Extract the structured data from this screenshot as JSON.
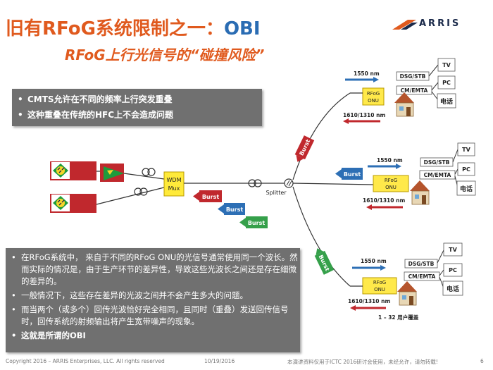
{
  "title": {
    "main": "旧有RFoG系统限制之一：",
    "highlight": "OBI"
  },
  "subtitle": "RFoG上行光信号的“碰撞风险”",
  "logo": {
    "text": "ARRIS"
  },
  "top_box": {
    "items": [
      "CMTS允许在不同的频率上行突发重叠",
      "这种重叠在传统的HFC上不会造成问题"
    ]
  },
  "bottom_box": {
    "items": [
      "在RFoG系统中， 来自于不同的RFoG ONU的光信号通常使用同一个波长。然而实际的情况是，由于生产环节的差异性，导致这些光波长之间还是存在细微的差异的。",
      "一般情况下，这些存在差异的光波之间并不会产生多大的问题。",
      "而当两个（或多个）回传光波恰好完全相同，且同时（重叠）发送回传信号时，回传系统的射频输出将产生宽带噪声的现象。",
      "这就是所谓的OBI"
    ]
  },
  "diagram": {
    "wdm": "WDM Mux",
    "wdm_line1": "WDM",
    "wdm_line2": "Mux",
    "splitter": "Splitter",
    "burst": "Burst",
    "users": "1 – 32 用户覆盖",
    "onu": {
      "line1": "RFoG",
      "line2": "ONU",
      "down_wl": "1550 nm",
      "up_wl": "1610/1310 nm",
      "dsg": "DSG/STB",
      "cm": "CM/EMTA"
    },
    "devices": {
      "tv": "TV",
      "pc": "PC",
      "phone": "电话"
    }
  },
  "footer": {
    "copyright": "Copyright 2016 – ARRIS Enterprises, LLC. All rights reserved",
    "date": "10/19/2016",
    "notice": "本演讲资料仅用于ICTC 2016研讨会使用，未经允许，请勿转载!",
    "page": "6"
  },
  "colors": {
    "title_orange": "#e05a1e",
    "obi_blue": "#2a6cb3",
    "burst_red": "#c0282d",
    "burst_blue": "#2d6fb5",
    "burst_green": "#35a04a",
    "onu_yellow": "#ffe94a",
    "wdm_yellow": "#ffea3a",
    "box_gray": "#707070"
  }
}
